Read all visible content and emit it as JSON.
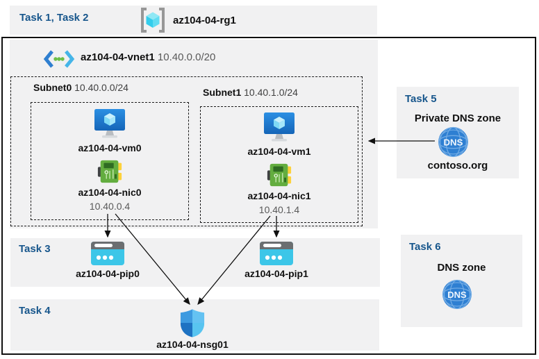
{
  "header": {
    "tasks_label": "Task 1, Task 2",
    "resource_group": "az104-04-rg1"
  },
  "vnet": {
    "name": "az104-04-vnet1",
    "cidr": "10.40.0.0/20"
  },
  "subnets": [
    {
      "name": "Subnet0",
      "cidr": "10.40.0.0/24",
      "vm": "az104-04-vm0",
      "nic": "az104-04-nic0",
      "ip": "10.40.0.4"
    },
    {
      "name": "Subnet1",
      "cidr": "10.40.1.0/24",
      "vm": "az104-04-vm1",
      "nic": "az104-04-nic1",
      "ip": "10.40.1.4"
    }
  ],
  "task3": {
    "label": "Task 3",
    "pips": [
      "az104-04-pip0",
      "az104-04-pip1"
    ]
  },
  "task4": {
    "label": "Task 4",
    "nsg": "az104-04-nsg01"
  },
  "task5": {
    "label": "Task 5",
    "title": "Private DNS zone",
    "zone": "contoso.org",
    "icon_text": "DNS"
  },
  "task6": {
    "label": "Task 6",
    "title": "DNS zone",
    "icon_text": "DNS"
  },
  "colors": {
    "task_text_blue": "#17568c",
    "panel_gray": "#f1f1f2",
    "pip_cyan": "#3cc6e8",
    "dns_blue": "#2e7fd2",
    "nic_green": "#63ad3f",
    "vm_blue": "#1b7fd9",
    "border_black": "#101010"
  }
}
